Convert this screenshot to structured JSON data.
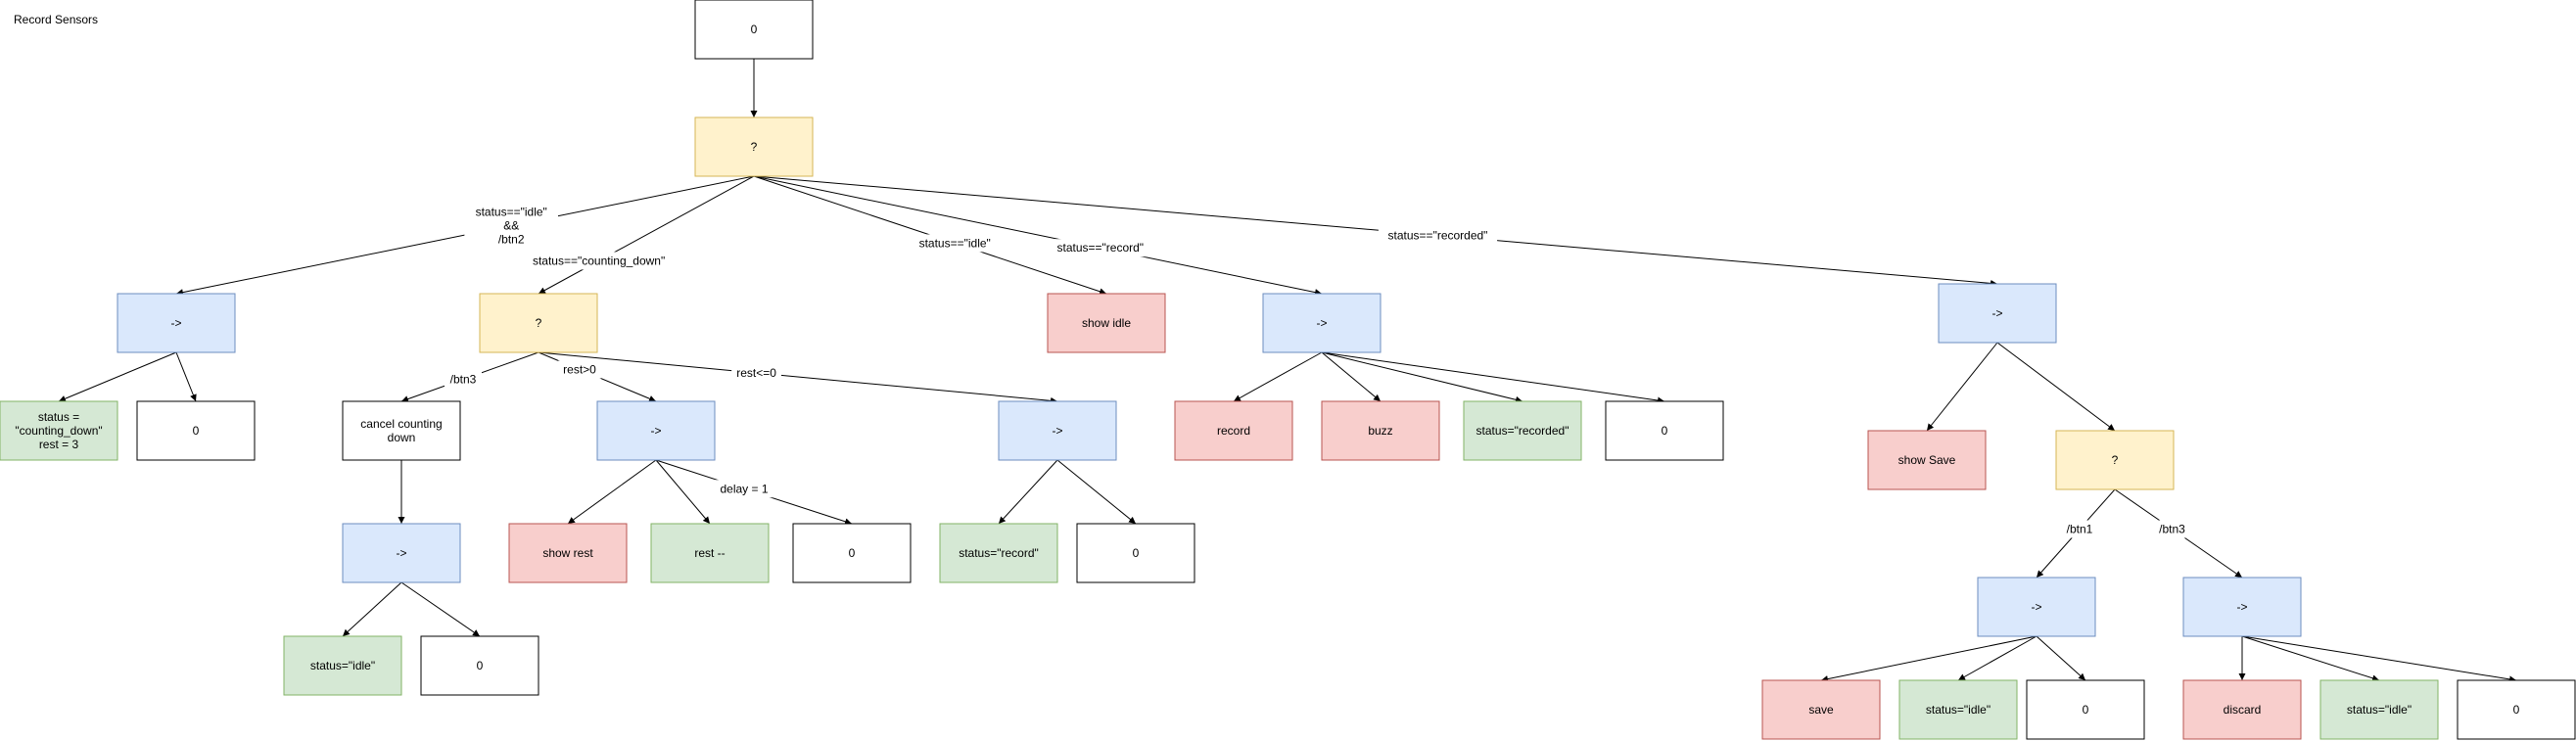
{
  "title": "Record Sensors",
  "colors": {
    "white": "#ffffff",
    "yellow": "#fff2cc",
    "yellow_border": "#d6b656",
    "blue": "#dae8fc",
    "blue_border": "#6c8ebf",
    "red": "#f8cecc",
    "red_border": "#b85450",
    "green": "#d5e8d4",
    "green_border": "#82b366"
  },
  "nodes": {
    "root": [
      "0"
    ],
    "selector_main": [
      "?"
    ],
    "seq_idle": [
      "->"
    ],
    "set_countdown": [
      "status =",
      "\"counting_down\"",
      "rest = 3"
    ],
    "success_idle": [
      "0"
    ],
    "selector_countdown": [
      "?"
    ],
    "cancel_countdown": [
      "cancel counting",
      "down"
    ],
    "seq_cancel": [
      "->"
    ],
    "set_idle_cancel": [
      "status=\"idle\""
    ],
    "success_cancel": [
      "0"
    ],
    "seq_rest": [
      "->"
    ],
    "show_rest": [
      "show rest"
    ],
    "rest_dec": [
      "rest --"
    ],
    "success_rest": [
      "0"
    ],
    "seq_rest0": [
      "->"
    ],
    "set_record": [
      "status=\"record\""
    ],
    "success_rest0": [
      "0"
    ],
    "show_idle": [
      "show idle"
    ],
    "seq_record": [
      "->"
    ],
    "record": [
      "record"
    ],
    "buzz": [
      "buzz"
    ],
    "set_recorded": [
      "status=\"recorded\""
    ],
    "success_record": [
      "0"
    ],
    "seq_recorded": [
      "->"
    ],
    "show_save": [
      "show  Save"
    ],
    "selector_recorded": [
      "?"
    ],
    "seq_save": [
      "->"
    ],
    "save": [
      "save"
    ],
    "set_idle_save": [
      "status=\"idle\""
    ],
    "success_save": [
      "0"
    ],
    "seq_discard": [
      "->"
    ],
    "discard": [
      "discard"
    ],
    "set_idle_discard": [
      "status=\"idle\""
    ],
    "success_discard": [
      "0"
    ]
  },
  "edge_labels": {
    "idle_btn2": [
      "status==\"idle\"",
      "&&",
      "/btn2"
    ],
    "counting_down": [
      "status==\"counting_down\""
    ],
    "idle": [
      "status==\"idle\""
    ],
    "record": [
      "status==\"record\""
    ],
    "recorded": [
      "status==\"recorded\""
    ],
    "btn3_cancel": [
      "/btn3"
    ],
    "rest_gt0": [
      "rest>0"
    ],
    "rest_le0": [
      "rest<=0"
    ],
    "delay": [
      "delay = 1"
    ],
    "btn1": [
      "/btn1"
    ],
    "btn3_discard": [
      "/btn3"
    ]
  }
}
